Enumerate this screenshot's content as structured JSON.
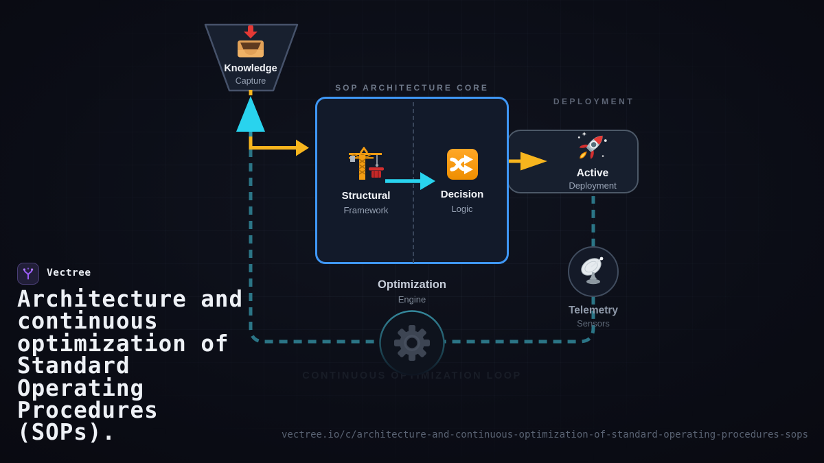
{
  "brand": {
    "name": "Vectree",
    "logo_icon": "vectree-branch-icon"
  },
  "headline": "Architecture and\ncontinuous\noptimization of\nStandard\nOperating\nProcedures\n(SOPs).",
  "footer_url": "vectree.io/c/architecture-and-continuous-optimization-of-standard-operating-procedures-sops",
  "diagram": {
    "knowledge_capture": {
      "title": "Knowledge",
      "subtitle": "Capture",
      "icon": "inbox-tray-icon"
    },
    "core": {
      "section_label": "SOP ARCHITECTURE CORE",
      "modules": [
        {
          "title": "Structural",
          "subtitle": "Framework",
          "icon": "construction-crane-icon"
        },
        {
          "title": "Decision",
          "subtitle": "Logic",
          "icon": "shuffle-icon"
        }
      ]
    },
    "deployment": {
      "section_label": "DEPLOYMENT",
      "title": "Active",
      "subtitle": "Deployment",
      "icon": "rocket-icon"
    },
    "telemetry": {
      "title": "Telemetry",
      "subtitle": "Sensors",
      "icon": "satellite-dish-icon"
    },
    "optimization": {
      "title": "Optimization",
      "subtitle": "Engine",
      "icon": "gear-icon"
    },
    "loop_watermark": "CONTINUOUS OPTIMIZATION LOOP"
  },
  "colors": {
    "background": "#0b0d16",
    "core_border": "#3f97f5",
    "arrow_yellow": "#f7b51e",
    "arrow_cyan": "#29d3ee",
    "loop_teal": "#2b7586",
    "node_border": "#4d5968",
    "accent_purple": "#9a5cf5"
  }
}
